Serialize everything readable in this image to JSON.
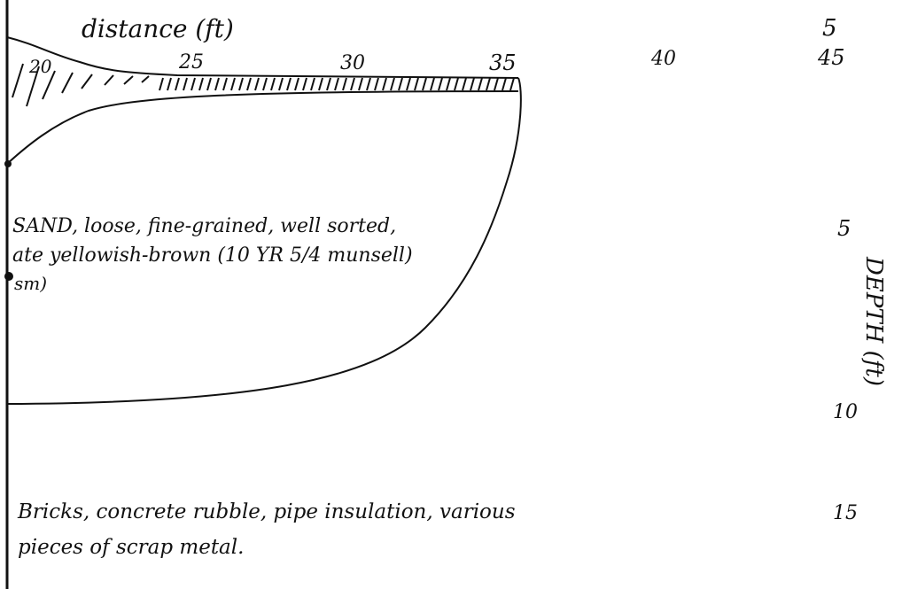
{
  "header": {
    "distance_label": "distance (ft)",
    "corner_label": "5"
  },
  "distance_ticks": [
    "20",
    "25",
    "30",
    "35",
    "40",
    "45"
  ],
  "depth_axis": {
    "label": "DEPTH (ft)",
    "ticks": [
      "5",
      "10",
      "15"
    ]
  },
  "units": {
    "sand": {
      "line1": "SAND, loose, fine-grained, well sorted,",
      "line2": "ate yellowish-brown (10 YR 5/4 munsell)",
      "line3": "sm)"
    },
    "fill": {
      "line1": "Bricks, concrete rubble, pipe insulation, various",
      "line2": "pieces of scrap metal."
    }
  },
  "colors": {
    "ink": "#111111",
    "paper": "#ffffff"
  }
}
